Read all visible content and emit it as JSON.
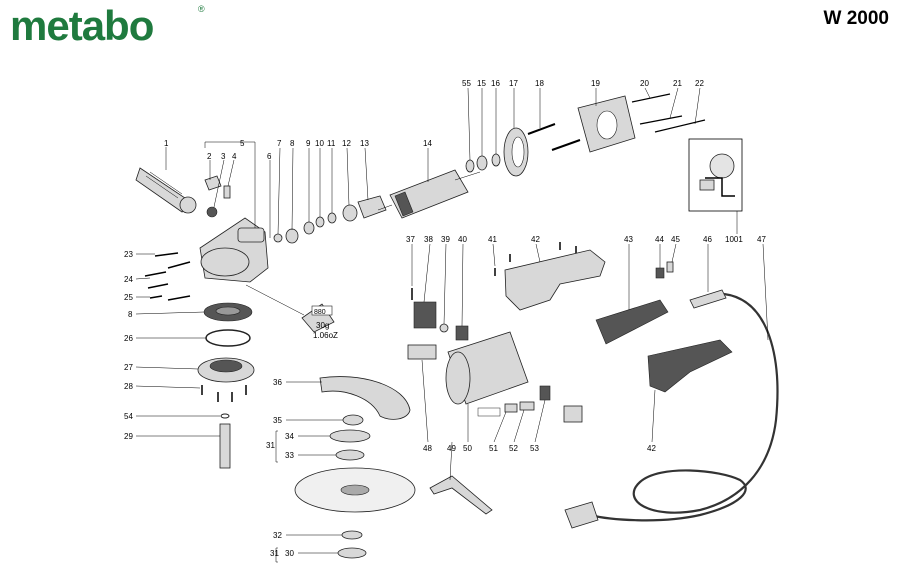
{
  "header": {
    "brand": "metabo",
    "registered_mark": "®",
    "model": "W 2000"
  },
  "callouts": [
    {
      "id": "1",
      "label": "1"
    },
    {
      "id": "2",
      "label": "2"
    },
    {
      "id": "3",
      "label": "3"
    },
    {
      "id": "4",
      "label": "4"
    },
    {
      "id": "5",
      "label": "5"
    },
    {
      "id": "6",
      "label": "6"
    },
    {
      "id": "7",
      "label": "7"
    },
    {
      "id": "8a",
      "label": "8"
    },
    {
      "id": "9",
      "label": "9"
    },
    {
      "id": "10",
      "label": "10"
    },
    {
      "id": "11",
      "label": "11"
    },
    {
      "id": "12",
      "label": "12"
    },
    {
      "id": "13",
      "label": "13"
    },
    {
      "id": "14",
      "label": "14"
    },
    {
      "id": "55",
      "label": "55"
    },
    {
      "id": "15",
      "label": "15"
    },
    {
      "id": "16",
      "label": "16"
    },
    {
      "id": "17",
      "label": "17"
    },
    {
      "id": "18",
      "label": "18"
    },
    {
      "id": "19",
      "label": "19"
    },
    {
      "id": "20",
      "label": "20"
    },
    {
      "id": "21",
      "label": "21"
    },
    {
      "id": "22",
      "label": "22"
    },
    {
      "id": "1001",
      "label": "1001"
    },
    {
      "id": "23",
      "label": "23"
    },
    {
      "id": "24",
      "label": "24"
    },
    {
      "id": "25",
      "label": "25"
    },
    {
      "id": "8b",
      "label": "8"
    },
    {
      "id": "26",
      "label": "26"
    },
    {
      "id": "27",
      "label": "27"
    },
    {
      "id": "28",
      "label": "28"
    },
    {
      "id": "54",
      "label": "54"
    },
    {
      "id": "29",
      "label": "29"
    },
    {
      "id": "36",
      "label": "36"
    },
    {
      "id": "35",
      "label": "35"
    },
    {
      "id": "34",
      "label": "34"
    },
    {
      "id": "31a",
      "label": "31"
    },
    {
      "id": "33",
      "label": "33"
    },
    {
      "id": "32",
      "label": "32"
    },
    {
      "id": "31b",
      "label": "31"
    },
    {
      "id": "30",
      "label": "30"
    },
    {
      "id": "37",
      "label": "37"
    },
    {
      "id": "38",
      "label": "38"
    },
    {
      "id": "39",
      "label": "39"
    },
    {
      "id": "40",
      "label": "40"
    },
    {
      "id": "41",
      "label": "41"
    },
    {
      "id": "42a",
      "label": "42"
    },
    {
      "id": "43",
      "label": "43"
    },
    {
      "id": "44",
      "label": "44"
    },
    {
      "id": "45",
      "label": "45"
    },
    {
      "id": "46",
      "label": "46"
    },
    {
      "id": "47",
      "label": "47"
    },
    {
      "id": "48",
      "label": "48"
    },
    {
      "id": "49",
      "label": "49"
    },
    {
      "id": "50",
      "label": "50"
    },
    {
      "id": "51",
      "label": "51"
    },
    {
      "id": "52",
      "label": "52"
    },
    {
      "id": "53",
      "label": "53"
    },
    {
      "id": "42b",
      "label": "42"
    }
  ],
  "grease_tube": {
    "label": "880",
    "weight_g": "30g",
    "weight_oz": "1.06oZ"
  }
}
